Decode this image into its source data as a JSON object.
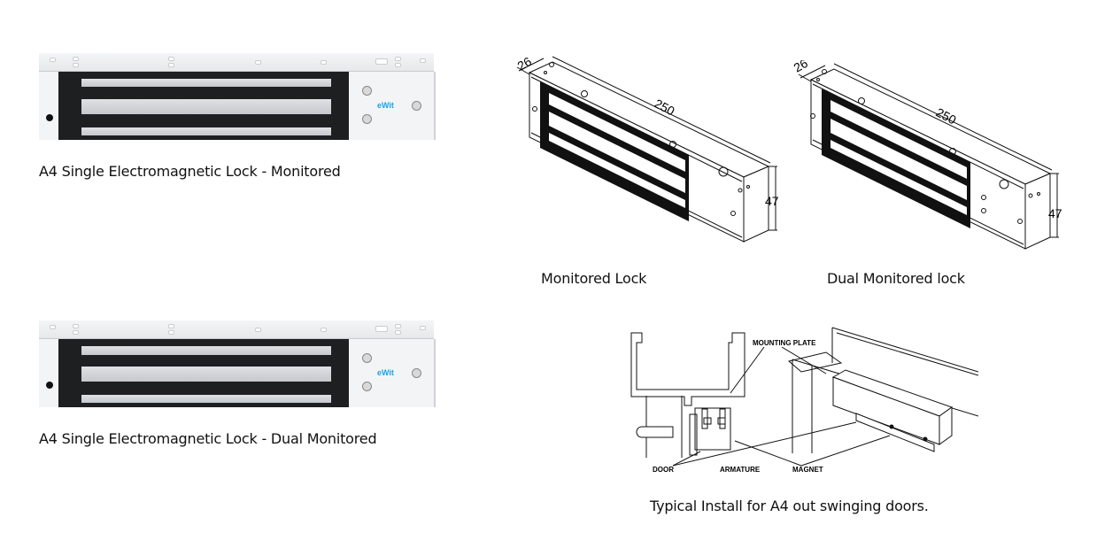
{
  "products": [
    {
      "caption": "A4 Single Electromagnetic Lock - Monitored",
      "brand": "eWit",
      "image": "lock-photo"
    },
    {
      "caption": "A4 Single Electromagnetic Lock - Dual Monitored",
      "brand": "eWit",
      "image": "lock-photo"
    }
  ],
  "drawings": [
    {
      "caption": "Monitored Lock",
      "dimensions": {
        "depth": "26",
        "length": "250",
        "height": "47"
      }
    },
    {
      "caption": "Dual Monitored lock",
      "dimensions": {
        "depth": "26",
        "length": "250",
        "height": "47"
      }
    }
  ],
  "install": {
    "caption": "Typical Install for A4 out swinging doors.",
    "labels": {
      "mounting_plate": "MOUNTING PLATE",
      "door": "DOOR",
      "armature": "ARMATURE",
      "magnet": "MAGNET"
    }
  },
  "colors": {
    "brand_blue": "#1aa3e8",
    "magnet_face": "#1e1f21"
  }
}
